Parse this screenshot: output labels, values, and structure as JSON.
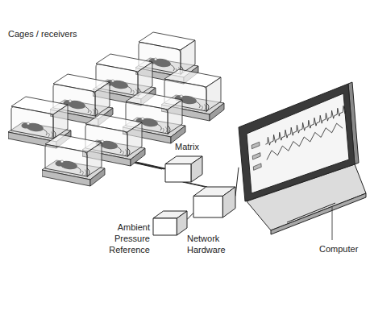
{
  "diagram": {
    "nodes": [
      {
        "text": [
          "Cages / receivers"
        ]
      },
      {
        "text": [
          "Matrix"
        ]
      },
      {
        "text": [
          "Ambient Pressure Reference"
        ]
      },
      {
        "text": [
          "Network Hardware"
        ]
      },
      {
        "text": [
          "Computer"
        ]
      }
    ],
    "edges": [
      {
        "from": 0,
        "to": 1,
        "arrow": "none"
      },
      {
        "from": 1,
        "to": 3,
        "arrow": "none"
      },
      {
        "from": 2,
        "to": 3,
        "arrow": "none"
      },
      {
        "from": 3,
        "to": 4,
        "arrow": "none"
      }
    ]
  }
}
